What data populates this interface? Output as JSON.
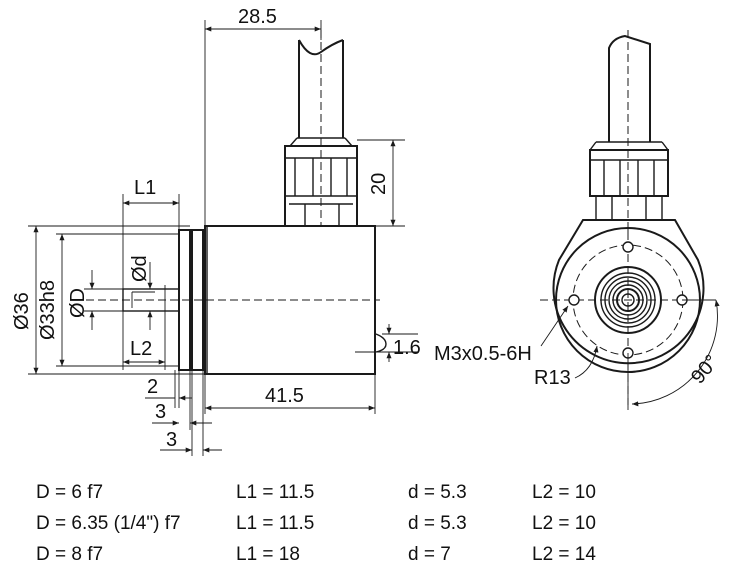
{
  "dimensions": {
    "top_width": "28.5",
    "cable_gland": "20",
    "L1": "L1",
    "L2": "L2",
    "dia36": "Ø36",
    "dia33": "Ø33h8",
    "diaD": "ØD",
    "diad": "Ød",
    "two": "2",
    "three_a": "3",
    "three_b": "3",
    "body_length": "41.5",
    "one_six": "1.6",
    "thread": "M3x0.5-6H",
    "radius": "R13",
    "angle": "90°"
  },
  "variants_table": {
    "rows": [
      {
        "D": "D = 6 f7",
        "L1": "L1 = 11.5",
        "d": "d = 5.3",
        "L2": "L2 = 10"
      },
      {
        "D": "D = 6.35 (1/4\") f7",
        "L1": "L1 = 11.5",
        "d": "d = 5.3",
        "L2": "L2 = 10"
      },
      {
        "D": "D = 8 f7",
        "L1": "L1 = 18",
        "d": "d = 7",
        "L2": "L2 = 14"
      }
    ]
  }
}
